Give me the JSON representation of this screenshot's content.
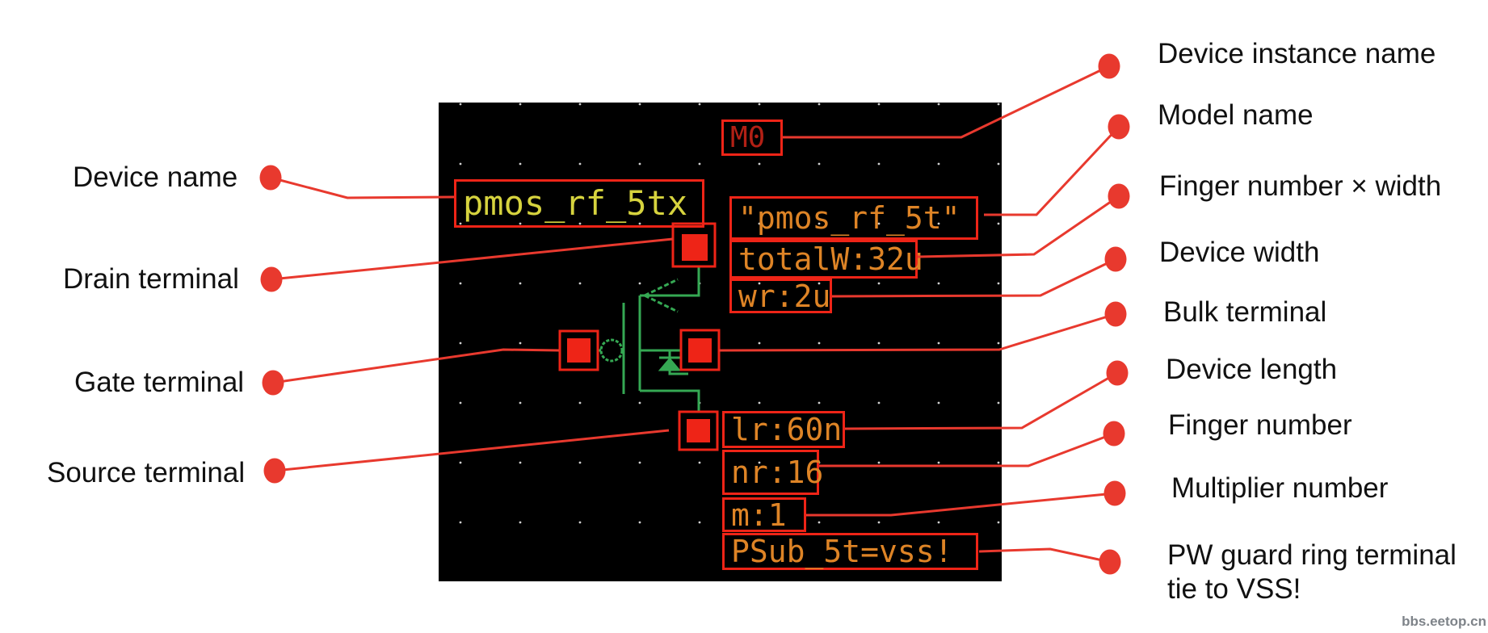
{
  "schematic": {
    "instance_name": "M0",
    "device_name": "pmos_rf_5tx",
    "model_name": "\"pmos_rf_5t\"",
    "total_width": "totalW:32u",
    "device_width": "wr:2u",
    "device_length": "lr:60n",
    "finger_number": "nr:16",
    "multiplier": "m:1",
    "guard_ring": "PSub_5t=vss!"
  },
  "annotations_left": [
    {
      "label": "Device name"
    },
    {
      "label": "Drain terminal"
    },
    {
      "label": "Gate terminal"
    },
    {
      "label": "Source terminal"
    }
  ],
  "annotations_right": [
    {
      "label": "Device instance name"
    },
    {
      "label": "Model name"
    },
    {
      "label": "Finger number × width"
    },
    {
      "label": "Device width"
    },
    {
      "label": "Bulk terminal"
    },
    {
      "label": "Device length"
    },
    {
      "label": "Finger number"
    },
    {
      "label": "Multiplier number"
    },
    {
      "label": "PW guard ring terminal",
      "label2": "tie to VSS!"
    }
  ],
  "watermark": "bbs.eetop.cn",
  "colors": {
    "schematic_red": "#ee2417",
    "annotation_red": "#e8392e",
    "instance_text": "#b22015",
    "device_name_text": "#d6d33e",
    "param_text": "#de8426",
    "symbol_green": "#35a853",
    "canvas_bg": "#000000"
  }
}
